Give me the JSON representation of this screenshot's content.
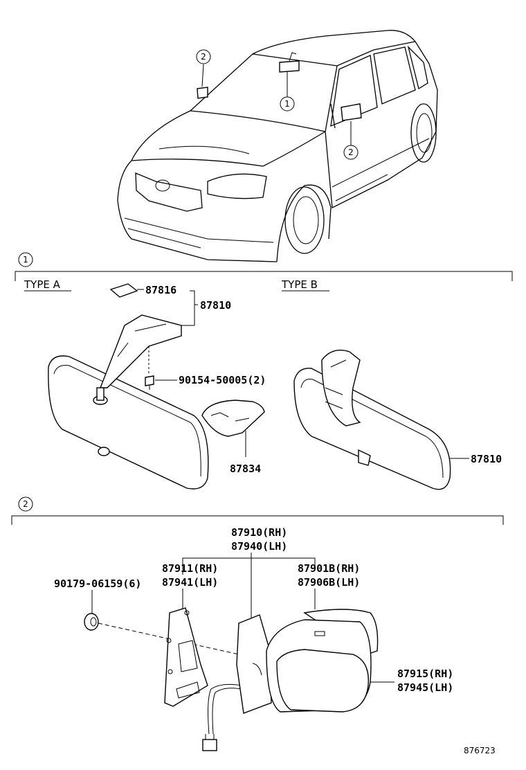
{
  "callouts": {
    "c1": "1",
    "c2": "2"
  },
  "section1": {
    "type_a": "TYPE A",
    "type_b": "TYPE B",
    "part_87816": "87816",
    "part_87810_a": "87810",
    "part_screw": "90154-50005(2)",
    "part_87834": "87834",
    "part_87810_b": "87810"
  },
  "section2": {
    "p87910": "87910(RH)",
    "p87940": "87940(LH)",
    "p87911": "87911(RH)",
    "p87941": "87941(LH)",
    "p87901b": "87901B(RH)",
    "p87906b": "87906B(LH)",
    "p90179": "90179-06159(6)",
    "p87915": "87915(RH)",
    "p87945": "87945(LH)"
  },
  "figure_id": "876723"
}
